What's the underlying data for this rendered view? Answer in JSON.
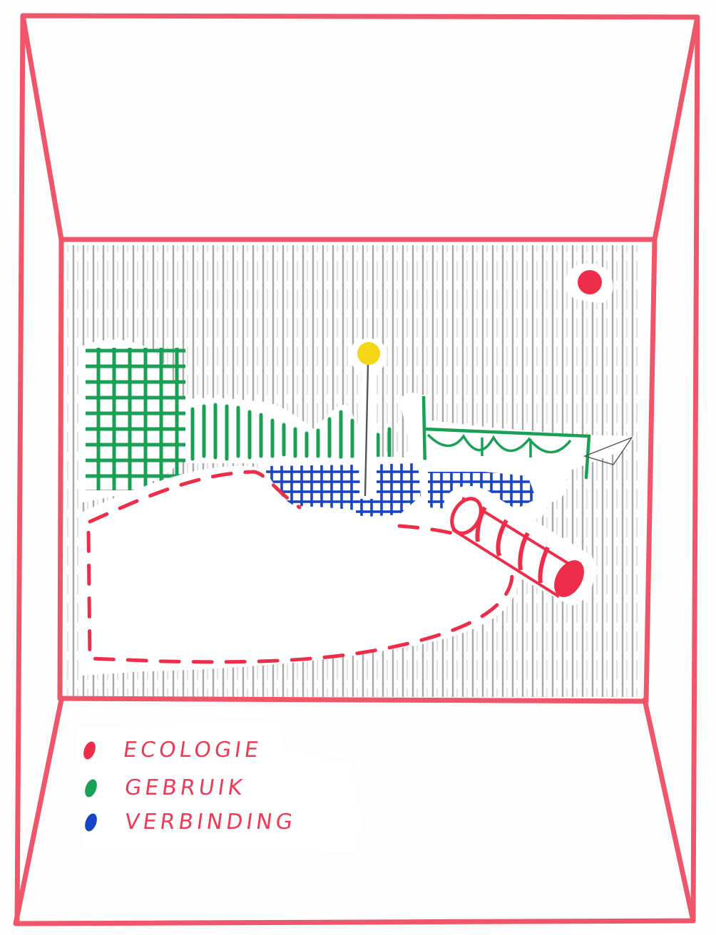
{
  "colors": {
    "frame": "#f0566a",
    "ecologie": "#ee2d4b",
    "gebruik": "#18a155",
    "verbinding": "#1845c3",
    "sun": "#f5d716",
    "hatching": "#9a9a9a",
    "text": "#ef3b56"
  },
  "legend": {
    "items": [
      {
        "label": "ECOLOGIE",
        "color": "#ee2d4b"
      },
      {
        "label": "GEBRUIK",
        "color": "#18a155"
      },
      {
        "label": "VERBINDING",
        "color": "#1845c3"
      }
    ]
  },
  "icons": {
    "sun": "yellow-circle-icon",
    "red_dot": "red-circle-icon",
    "pipe": "striped-pipe-icon"
  }
}
